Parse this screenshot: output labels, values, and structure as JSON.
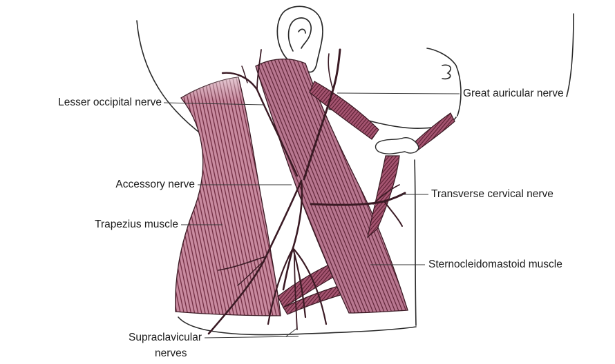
{
  "labels": {
    "lesser_occipital": "Lesser occipital nerve",
    "great_auricular": "Great auricular nerve",
    "accessory": "Accessory nerve",
    "transverse_cervical": "Transverse cervical nerve",
    "trapezius": "Trapezius muscle",
    "sternocleidomastoid": "Sternocleidomastoid muscle",
    "supraclavicular_line1": "Supraclavicular",
    "supraclavicular_line2": "nerves"
  },
  "colors": {
    "muscle_fill": "#b86a82",
    "muscle_light": "#e7c4cf",
    "muscle_stripe": "#6e2a3f",
    "outline": "#2a2a2a",
    "leader": "#333333"
  }
}
